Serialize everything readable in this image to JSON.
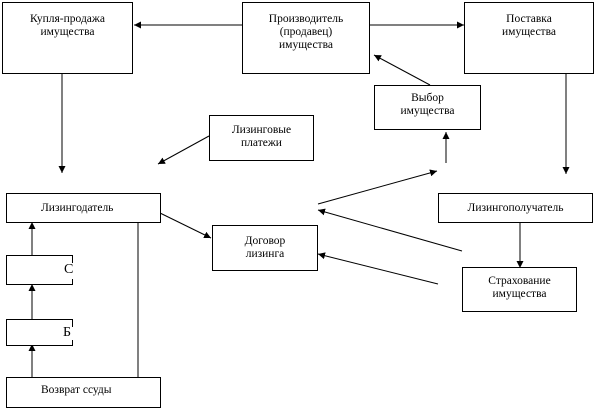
{
  "nodes": {
    "kuplya": "Купля-продажа\nимущества",
    "proizv": "Производитель\n(продавец)\nимущества",
    "postavka": "Поставка\nимущества",
    "vybor": "Выбор\nимущества",
    "platezhi": "Лизинговые\nплатежи",
    "lizingodatel": "Лизингодатель",
    "lizingopoluch": "Лизингополучатель",
    "dogovor": "Договор\nлизинга",
    "strakh": "Страхование\nимущества",
    "box_c_label": "С",
    "box_b_label": "Б",
    "vozvrat": "Возврат ссуды"
  }
}
